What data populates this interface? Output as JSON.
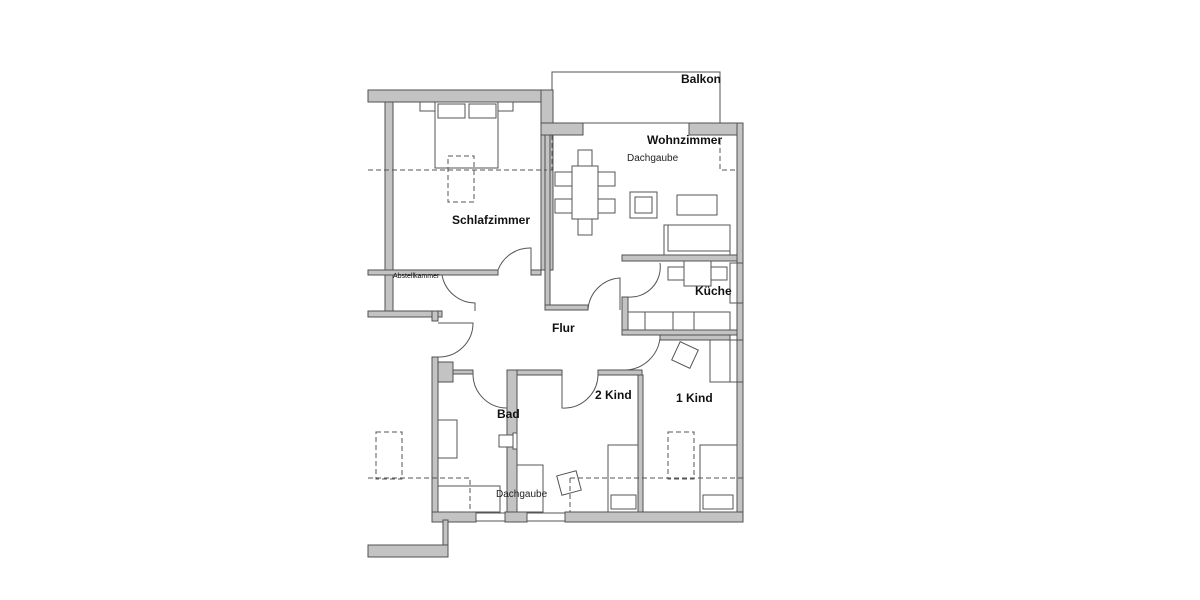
{
  "plan": {
    "colors": {
      "wall_fill": "#c3c3c3",
      "wall_stroke": "#505050",
      "line": "#555555",
      "background": "#ffffff"
    },
    "rooms": {
      "balkon": "Balkon",
      "wohnzimmer": "Wohnzimmer",
      "dachgaube_top": "Dachgaube",
      "schlafzimmer": "Schlafzimmer",
      "abstellkammer": "Abstellkammer",
      "kueche": "Küche",
      "flur": "Flur",
      "bad": "Bad",
      "kind2": "2 Kind",
      "kind1": "1 Kind",
      "dachgaube_bottom": "Dachgaube"
    }
  }
}
